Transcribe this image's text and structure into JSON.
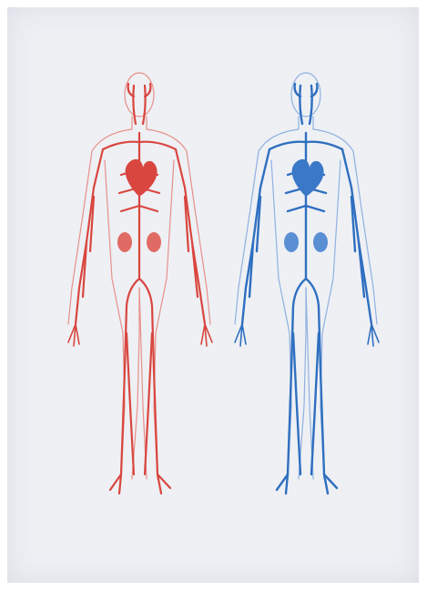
{
  "colors": {
    "paper": "#eef0f4",
    "arterial": "#d9463f",
    "arterial_light": "#e8908a",
    "venous": "#2f6fc0",
    "venous_light": "#8fb1e0"
  },
  "figures": [
    {
      "id": "arterial",
      "system": "arterial-system"
    },
    {
      "id": "venous",
      "system": "venous-system"
    }
  ]
}
